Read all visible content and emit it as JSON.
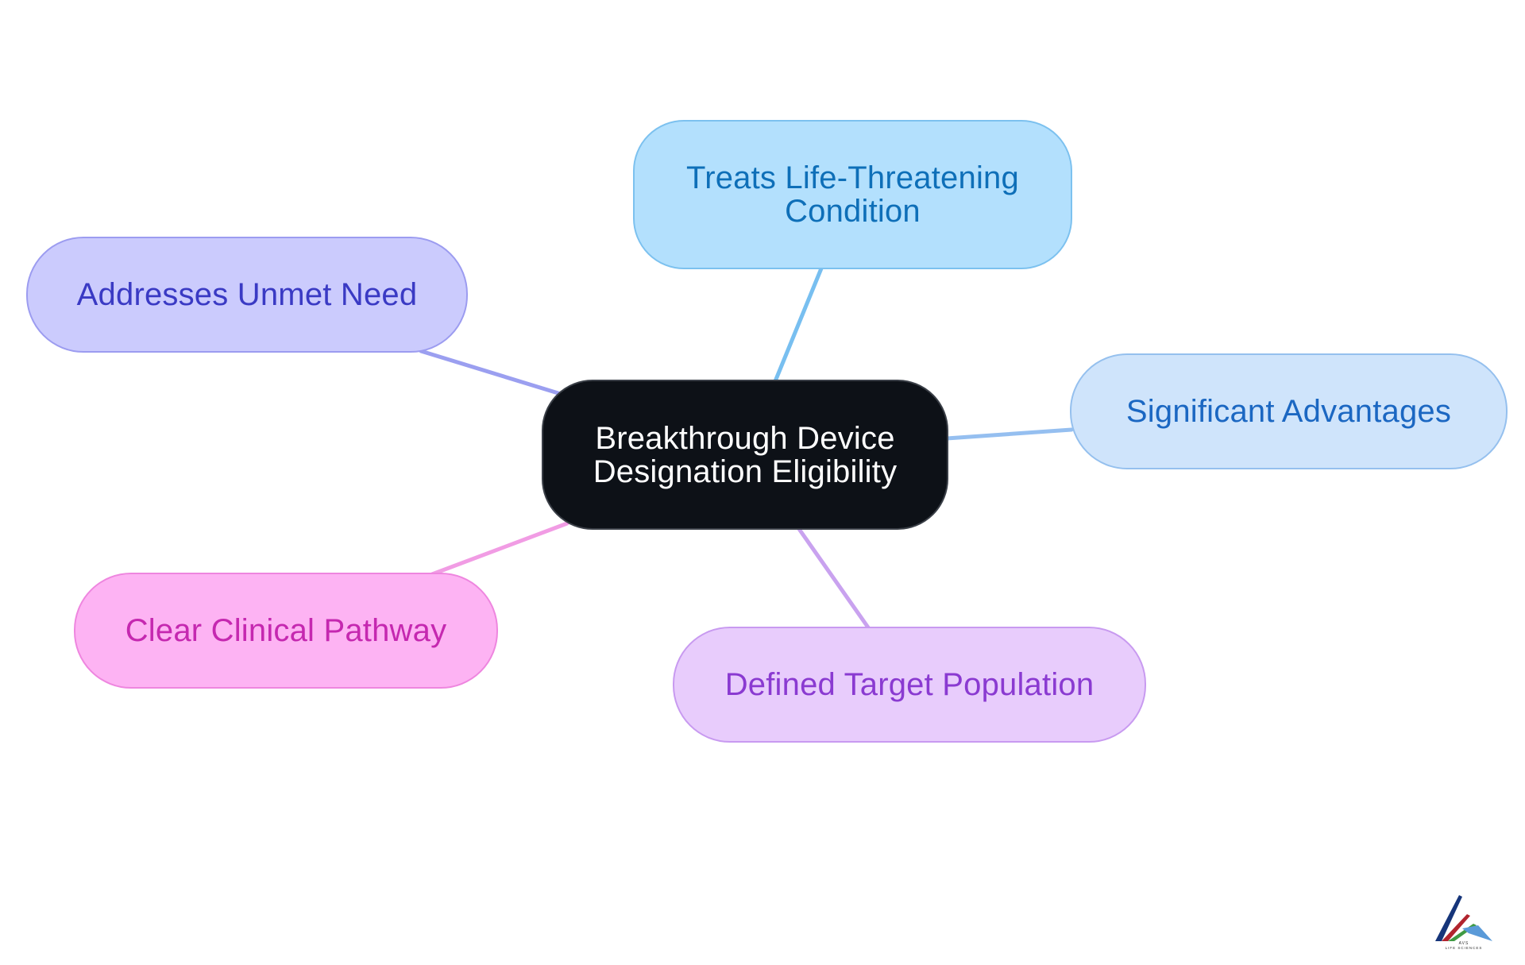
{
  "diagram": {
    "center": {
      "label": "Breakthrough Device\nDesignation Eligibility",
      "fill": "#0d1117",
      "border": "#3a3f47",
      "text_color": "#ffffff"
    },
    "branches": [
      {
        "id": "treats",
        "label": "Treats Life-Threatening\nCondition",
        "fill": "#b3e0fd",
        "border": "#7cc1ef",
        "text_color": "#0e6fb8",
        "line_color": "#78bff0"
      },
      {
        "id": "unmet",
        "label": "Addresses Unmet Need",
        "fill": "#cbcbfd",
        "border": "#9c9cf0",
        "text_color": "#3a3ac4",
        "line_color": "#9b9ff0"
      },
      {
        "id": "advantages",
        "label": "Significant Advantages",
        "fill": "#cfe4fb",
        "border": "#95c0ee",
        "text_color": "#1b67c2",
        "line_color": "#95bff0"
      },
      {
        "id": "clinical",
        "label": "Clear Clinical Pathway",
        "fill": "#fdb3f3",
        "border": "#ee86df",
        "text_color": "#c528b0",
        "line_color": "#f19ce4"
      },
      {
        "id": "population",
        "label": "Defined Target Population",
        "fill": "#e8ccfc",
        "border": "#c89af0",
        "text_color": "#8a3ad1",
        "line_color": "#c9a2ef"
      }
    ]
  },
  "logo": {
    "text_top": "AVS",
    "text_bottom": "LIFE SCIENCES",
    "colors": [
      "#16357a",
      "#b1242e",
      "#3f9a43",
      "#5a9ad8"
    ]
  }
}
